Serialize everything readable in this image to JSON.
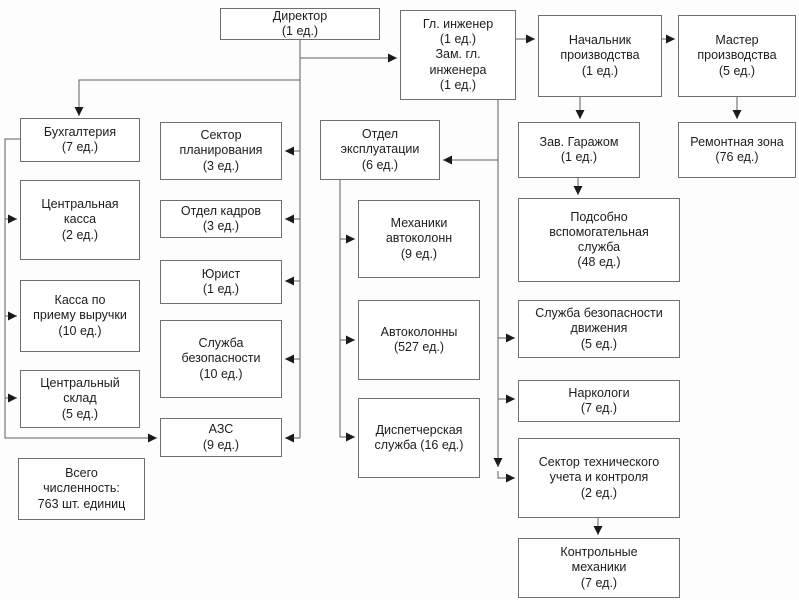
{
  "diagram": {
    "type": "org-chart",
    "nodes": {
      "director": {
        "label": "Директор\n(1 ед.)"
      },
      "chief_engineer": {
        "label": "Гл. инженер\n(1 ед.)\nЗам. гл.\nинженера\n(1 ед.)"
      },
      "production_head": {
        "label": "Начальник\nпроизводства\n(1 ед.)"
      },
      "production_master": {
        "label": "Мастер\nпроизводства\n(5 ед.)"
      },
      "garage_manager": {
        "label": "Зав. Гаражом\n(1 ед.)"
      },
      "repair_zone": {
        "label": "Ремонтная зона\n(76 ед.)"
      },
      "auxiliary_service": {
        "label": "Подсобно\nвспомогательная\nслужба\n(48 ед.)"
      },
      "traffic_safety": {
        "label": "Служба безопасности\nдвижения\n(5 ед.)"
      },
      "narcologists": {
        "label": "Наркологи\n(7 ед.)"
      },
      "tech_control": {
        "label": "Сектор технического\nучета и контроля\n(2 ед.)"
      },
      "control_mechanics": {
        "label": "Контрольные\nмеханики\n(7 ед.)"
      },
      "accounting": {
        "label": "Бухгалтерия\n(7 ед.)"
      },
      "central_cash": {
        "label": "Центральная\nкасса\n(2 ед.)"
      },
      "revenue_cash": {
        "label": "Касса по\nприему выручки\n(10 ед.)"
      },
      "central_warehouse": {
        "label": "Центральный\nсклад\n(5 ед.)"
      },
      "total_headcount": {
        "label": "Всего\nчисленность:\n763 шт. единиц"
      },
      "planning_sector": {
        "label": "Сектор\nпланирования\n(3 ед.)"
      },
      "hr_department": {
        "label": "Отдел кадров\n(3 ед.)"
      },
      "lawyer": {
        "label": "Юрист\n(1 ед.)"
      },
      "security_service": {
        "label": "Служба\nбезопасности\n(10 ед.)"
      },
      "azs": {
        "label": "АЗС\n(9 ед.)"
      },
      "operations_dept": {
        "label": "Отдел\nэксплуатации\n(6 ед.)"
      },
      "column_mechanics": {
        "label": "Механики\nавтоколонн\n(9 ед.)"
      },
      "autocolumns": {
        "label": "Автоколонны\n(527 ед.)"
      },
      "dispatch_service": {
        "label": "Диспетчерская\nслужба (16 ед.)"
      }
    },
    "edges": [
      {
        "from": "director",
        "to": "chief_engineer"
      },
      {
        "from": "director",
        "to": "accounting"
      },
      {
        "from": "director",
        "to": "planning_sector"
      },
      {
        "from": "director",
        "to": "hr_department"
      },
      {
        "from": "director",
        "to": "lawyer"
      },
      {
        "from": "director",
        "to": "security_service"
      },
      {
        "from": "director",
        "to": "azs"
      },
      {
        "from": "chief_engineer",
        "to": "production_head"
      },
      {
        "from": "chief_engineer",
        "to": "operations_dept"
      },
      {
        "from": "chief_engineer",
        "to": "traffic_safety"
      },
      {
        "from": "chief_engineer",
        "to": "narcologists"
      },
      {
        "from": "chief_engineer",
        "to": "tech_control"
      },
      {
        "from": "production_head",
        "to": "production_master"
      },
      {
        "from": "production_head",
        "to": "garage_manager"
      },
      {
        "from": "production_master",
        "to": "repair_zone"
      },
      {
        "from": "garage_manager",
        "to": "auxiliary_service"
      },
      {
        "from": "tech_control",
        "to": "control_mechanics"
      },
      {
        "from": "operations_dept",
        "to": "column_mechanics"
      },
      {
        "from": "operations_dept",
        "to": "autocolumns"
      },
      {
        "from": "operations_dept",
        "to": "dispatch_service"
      },
      {
        "from": "accounting",
        "to": "central_cash"
      },
      {
        "from": "accounting",
        "to": "revenue_cash"
      },
      {
        "from": "accounting",
        "to": "central_warehouse"
      },
      {
        "from": "accounting",
        "to": "azs"
      }
    ],
    "colors": {
      "box_border": "#6f6f6f",
      "box_fill": "#ffffff",
      "line": "#5f5f5f",
      "arrow": "#1a1a1a",
      "text": "#1d1d1d"
    }
  }
}
